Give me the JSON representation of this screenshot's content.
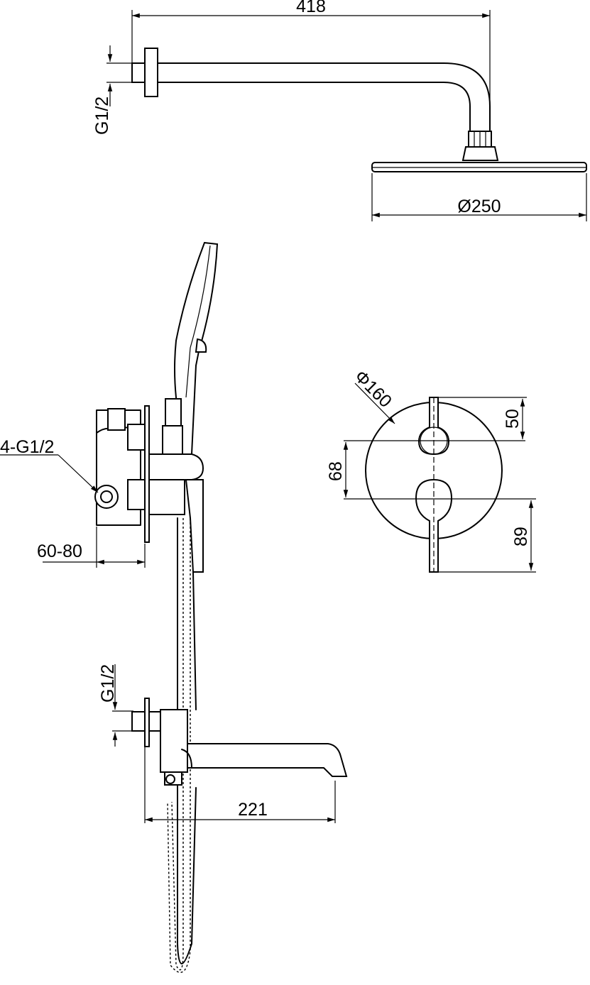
{
  "dimensions": {
    "arm_length": "418",
    "arm_thread": "G1/2",
    "head_diameter": "Ø250",
    "inlets": "4-G1/2",
    "wall_depth": "60-80",
    "plate_diameter": "Φ160",
    "upper_offset": "50",
    "handle_spacing": "68",
    "lower_offset": "89",
    "spout_thread": "G1/2",
    "spout_length": "221"
  }
}
